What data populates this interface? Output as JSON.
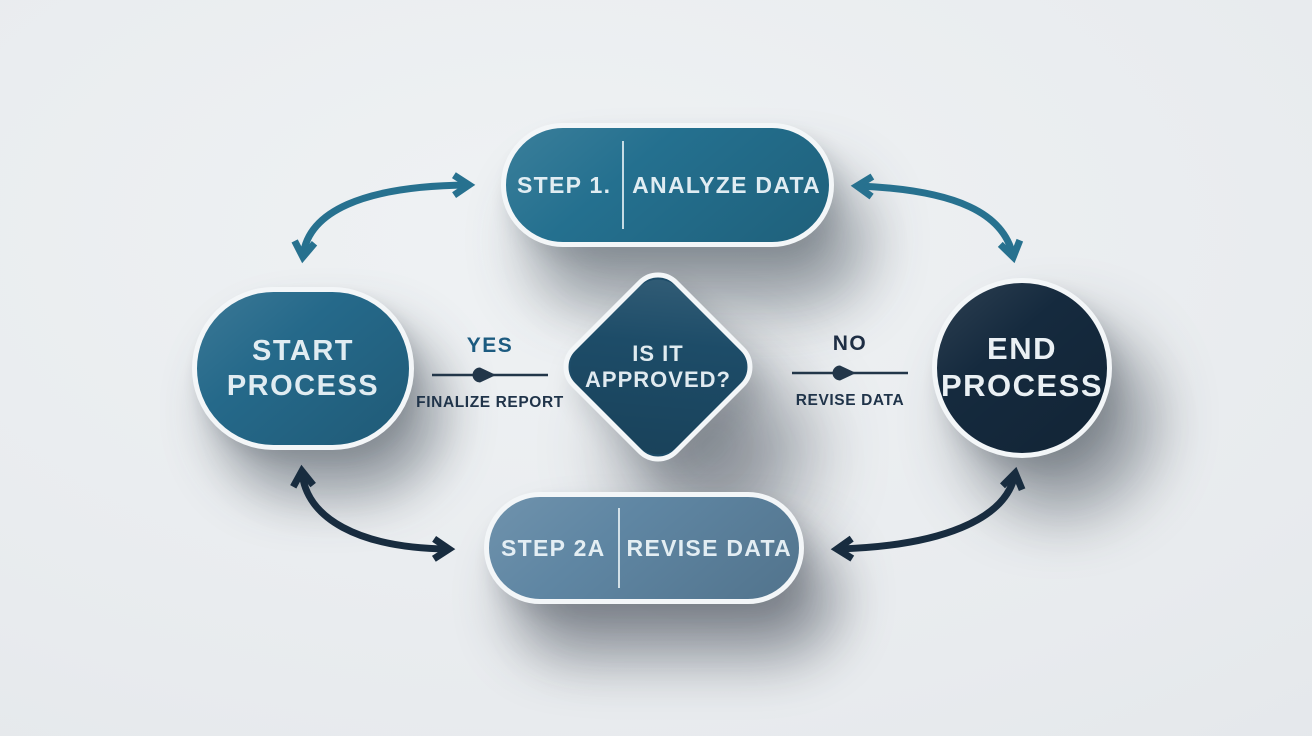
{
  "diagram": {
    "nodes": {
      "start": {
        "line1": "START",
        "line2": "PROCESS"
      },
      "step1": {
        "step_label": "STEP 1.",
        "task_label": "ANALYZE DATA"
      },
      "decision": {
        "line1": "IS IT",
        "line2": "APPROVED?"
      },
      "step2a": {
        "step_label": "STEP 2A",
        "task_label": "REVISE DATA"
      },
      "end": {
        "line1": "END",
        "line2": "PROCESS"
      }
    },
    "branches": {
      "yes": {
        "label": "YES",
        "action": "FINALIZE REPORT"
      },
      "no": {
        "label": "NO",
        "action": "REVISE DATA"
      }
    }
  },
  "colors": {
    "background": "#e8ebee",
    "start_fill": "#25698a",
    "step1_fill": "#24708f",
    "decision_fill": "#1d4c68",
    "step2a_fill": "#5f86a3",
    "end_fill": "#152a3e",
    "arrow_teal": "#27718f",
    "arrow_navy": "#182c3f",
    "label_line": "#223649",
    "yes_label": "#1c5b80",
    "no_label": "#1e2e44",
    "sublabel": "#20344a"
  }
}
